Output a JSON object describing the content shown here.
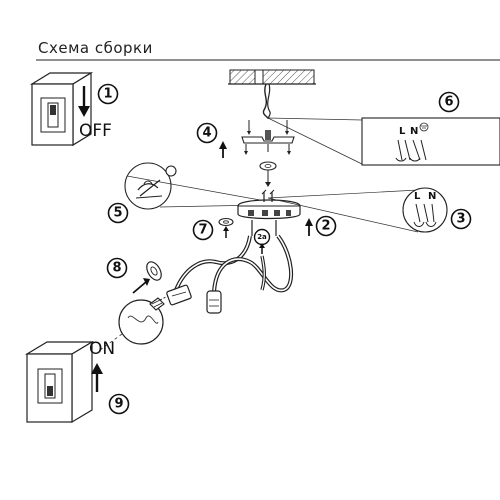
{
  "title": "Схема сборки",
  "steps": [
    {
      "id": "1",
      "label": "1"
    },
    {
      "id": "2",
      "label": "2"
    },
    {
      "id": "2a",
      "label": "2a"
    },
    {
      "id": "3",
      "label": "3"
    },
    {
      "id": "4",
      "label": "4"
    },
    {
      "id": "5",
      "label": "5"
    },
    {
      "id": "6",
      "label": "6"
    },
    {
      "id": "7",
      "label": "7"
    },
    {
      "id": "8",
      "label": "8"
    },
    {
      "id": "9",
      "label": "9"
    }
  ],
  "switch_off_label": "OFF",
  "switch_on_label": "ON",
  "terminals": {
    "live": "L",
    "neutral": "N"
  },
  "icons": [
    "wall-switch-icon",
    "ceiling-icon",
    "mounting-bracket-icon",
    "canopy-icon",
    "bulb-icon",
    "shade-ring-icon",
    "terminal-block-icon",
    "arrow-icon"
  ],
  "colors": {
    "line": "#222222",
    "hatch": "#555555",
    "background": "#ffffff"
  }
}
